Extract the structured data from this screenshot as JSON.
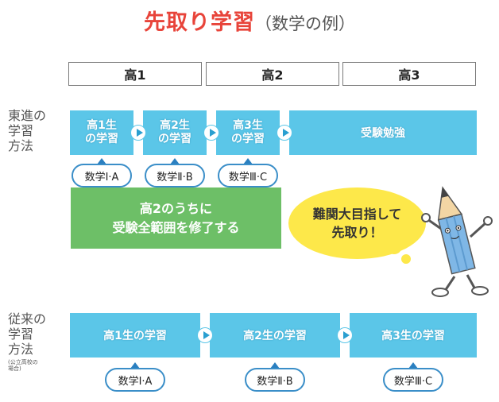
{
  "title": {
    "main": "先取り学習",
    "sub": "（数学の例）"
  },
  "grades": [
    "高1",
    "高2",
    "高3"
  ],
  "toshin": {
    "side_label": [
      "東進の",
      "学習",
      "方法"
    ],
    "stages": [
      {
        "line1": "高1生",
        "line2": "の学習"
      },
      {
        "line1": "高2生",
        "line2": "の学習"
      },
      {
        "line1": "高3生",
        "line2": "の学習"
      }
    ],
    "exam_stage": "受験勉強",
    "subjects": [
      "数学Ⅰ·A",
      "数学Ⅱ·B",
      "数学Ⅲ·C"
    ],
    "panel": {
      "line1": "高2のうちに",
      "line2": "受験全範囲を修了する"
    },
    "bubble": {
      "line1": "難関大目指して",
      "line2": "先取り！"
    }
  },
  "traditional": {
    "side_label": [
      "従来の",
      "学習",
      "方法"
    ],
    "side_note": [
      "(公立高校の",
      "場合)"
    ],
    "stages": [
      "高1生の学習",
      "高2生の学習",
      "高3生の学習"
    ],
    "subjects": [
      "数学Ⅰ·A",
      "数学Ⅱ·B",
      "数学Ⅲ·C"
    ]
  },
  "colors": {
    "title": "#e8443a",
    "stage_blue": "#5bc6e8",
    "oval_border": "#3a8ec8",
    "panel_green": "#6dbf67",
    "bubble_yellow": "#fde84a",
    "pencil_blue": "#7fb7e6"
  },
  "icons": [
    "arrow-right-icon",
    "pencil-character-icon"
  ]
}
